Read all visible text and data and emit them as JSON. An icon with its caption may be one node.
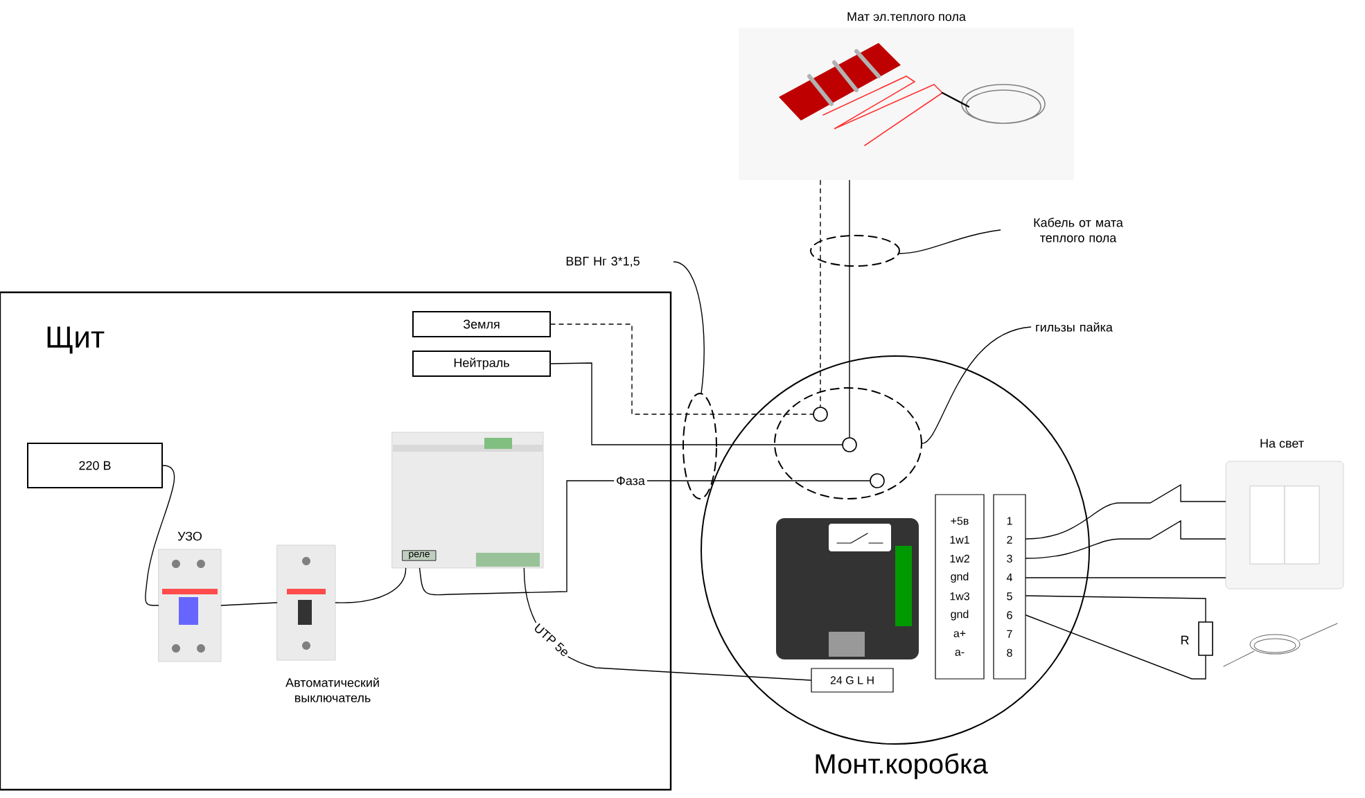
{
  "diagram": {
    "nodes": [
      {
        "text": [
          "Щит"
        ]
      },
      {
        "text": [
          "Земля"
        ],
        "in": 0
      },
      {
        "text": [
          "Нейтраль"
        ],
        "in": 0
      },
      {
        "text": [
          "220 В"
        ],
        "in": 0
      },
      {
        "text": [
          "УЗО"
        ],
        "in": 0
      },
      {
        "text": [
          "Автоматический выключатель"
        ],
        "in": 0
      },
      {
        "text": [
          "реле"
        ],
        "in": 0
      },
      {
        "text": [
          "Монт.коробка"
        ]
      },
      {
        "text": [
          "24 G L H"
        ],
        "in": 7
      },
      {
        "text": [
          "+5в",
          "1w1",
          "1w2",
          "gnd",
          "1w3",
          "gnd",
          "a+",
          "a-"
        ],
        "in": 7
      },
      {
        "text": [
          "1",
          "2",
          "3",
          "4",
          "5",
          "6",
          "7",
          "8"
        ],
        "in": 7
      },
      {
        "text": [
          "Мат эл.теплого пола"
        ]
      },
      {
        "text": [
          "ВВГ Нг 3*1,5"
        ]
      },
      {
        "text": [
          "Кабель от мата теплого пола"
        ]
      },
      {
        "text": [
          "гильзы пайка"
        ]
      },
      {
        "text": [],
        "shape": "ellipse",
        "in": 7
      },
      {
        "text": [],
        "shape": "circle",
        "in": 15
      },
      {
        "text": [],
        "shape": "circle",
        "in": 15
      },
      {
        "text": [],
        "shape": "circle",
        "in": 15
      },
      {
        "text": [
          "На свет"
        ]
      },
      {
        "text": [],
        "shape": "box",
        "beside": [
          "R"
        ]
      }
    ],
    "edges": [
      {
        "from": 1,
        "to": 16,
        "arrow": "none",
        "style": "dashed"
      },
      {
        "from": 2,
        "to": 17,
        "arrow": "none"
      },
      {
        "from": 6,
        "to": 18,
        "arrow": "none",
        "label": "Фаза"
      },
      {
        "from": 3,
        "to": 4,
        "arrow": "none"
      },
      {
        "from": 4,
        "to": 5,
        "arrow": "none"
      },
      {
        "from": 5,
        "to": 6,
        "arrow": "none"
      },
      {
        "from": 6,
        "to": 8,
        "arrow": "none",
        "label": "UTP 5e"
      },
      {
        "from": 11,
        "to": 16,
        "arrow": "none",
        "style": "dashed"
      },
      {
        "from": 11,
        "to": 17,
        "arrow": "none"
      },
      {
        "from": 10,
        "to": 19,
        "arrow": "none"
      },
      {
        "from": 10,
        "to": 19,
        "arrow": "none"
      },
      {
        "from": 10,
        "to": 19,
        "arrow": "none"
      },
      {
        "from": 10,
        "to": 20,
        "arrow": "none"
      },
      {
        "from": 10,
        "to": 20,
        "arrow": "none"
      },
      {
        "from": 12,
        "to": null,
        "arrow": "none"
      },
      {
        "from": 13,
        "to": null,
        "arrow": "none"
      },
      {
        "from": 14,
        "to": 15,
        "arrow": "none"
      }
    ]
  }
}
